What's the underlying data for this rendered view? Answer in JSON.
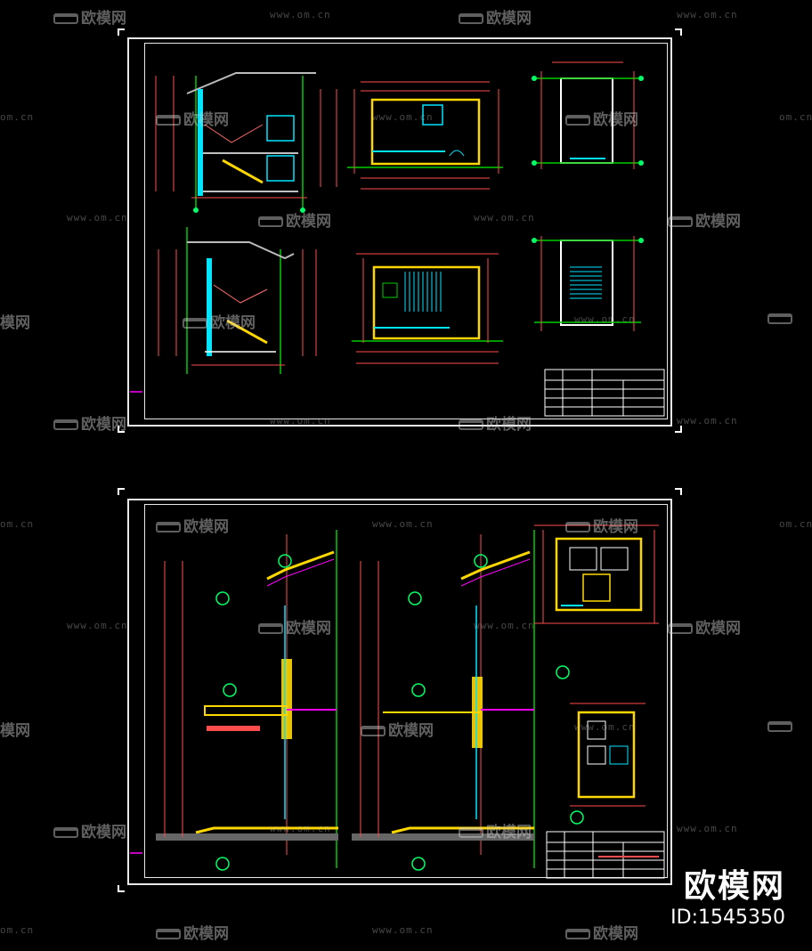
{
  "watermarks": {
    "url": "www.om.cn",
    "logo": "欧模网",
    "url_partial": "om.cn",
    "logo_partial": "模网"
  },
  "brand": {
    "name": "欧模网",
    "id": "ID:1545350"
  },
  "colors": {
    "background": "#000000",
    "frame": "#e8e8e8",
    "dimension": "#ff4d4d",
    "axis": "#00cc00",
    "wall": "#ffd700",
    "glass": "#00e5ff",
    "title_block": "#ffffff"
  }
}
